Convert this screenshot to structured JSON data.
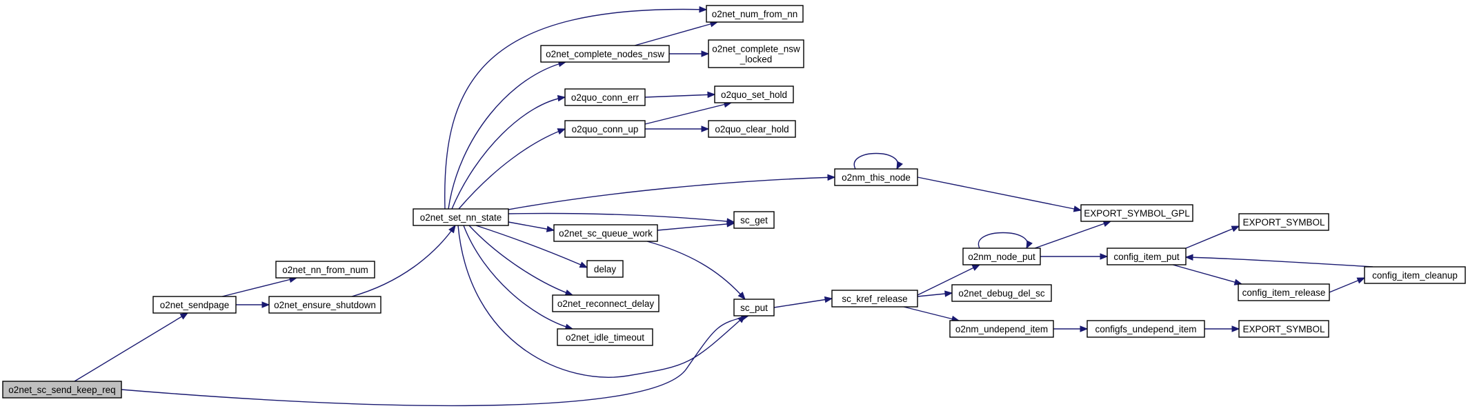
{
  "graph": {
    "nodes": [
      {
        "id": "root",
        "lines": [
          "o2net_sc_send_keep_req"
        ],
        "root": true
      },
      {
        "id": "sendpage",
        "lines": [
          "o2net_sendpage"
        ]
      },
      {
        "id": "nn_from_num",
        "lines": [
          "o2net_nn_from_num"
        ]
      },
      {
        "id": "ensure_shutdown",
        "lines": [
          "o2net_ensure_shutdown"
        ]
      },
      {
        "id": "set_nn_state",
        "lines": [
          "o2net_set_nn_state"
        ]
      },
      {
        "id": "num_from_nn",
        "lines": [
          "o2net_num_from_nn"
        ]
      },
      {
        "id": "complete_nodes_nsw",
        "lines": [
          "o2net_complete_nodes_nsw"
        ]
      },
      {
        "id": "complete_nsw_locked",
        "lines": [
          "o2net_complete_nsw",
          "_locked"
        ]
      },
      {
        "id": "conn_err",
        "lines": [
          "o2quo_conn_err"
        ]
      },
      {
        "id": "set_hold",
        "lines": [
          "o2quo_set_hold"
        ]
      },
      {
        "id": "conn_up",
        "lines": [
          "o2quo_conn_up"
        ]
      },
      {
        "id": "clear_hold",
        "lines": [
          "o2quo_clear_hold"
        ]
      },
      {
        "id": "this_node",
        "lines": [
          "o2nm_this_node"
        ]
      },
      {
        "id": "export_gpl",
        "lines": [
          "EXPORT_SYMBOL_GPL"
        ]
      },
      {
        "id": "sc_get",
        "lines": [
          "sc_get"
        ]
      },
      {
        "id": "queue_work",
        "lines": [
          "o2net_sc_queue_work"
        ]
      },
      {
        "id": "delay",
        "lines": [
          "delay"
        ]
      },
      {
        "id": "reconnect_delay",
        "lines": [
          "o2net_reconnect_delay"
        ]
      },
      {
        "id": "idle_timeout",
        "lines": [
          "o2net_idle_timeout"
        ]
      },
      {
        "id": "sc_put",
        "lines": [
          "sc_put"
        ]
      },
      {
        "id": "kref_release",
        "lines": [
          "sc_kref_release"
        ]
      },
      {
        "id": "node_put",
        "lines": [
          "o2nm_node_put"
        ]
      },
      {
        "id": "debug_del_sc",
        "lines": [
          "o2net_debug_del_sc"
        ]
      },
      {
        "id": "undepend_item",
        "lines": [
          "o2nm_undepend_item"
        ]
      },
      {
        "id": "config_item_put",
        "lines": [
          "config_item_put"
        ]
      },
      {
        "id": "export1",
        "lines": [
          "EXPORT_SYMBOL"
        ]
      },
      {
        "id": "config_item_release",
        "lines": [
          "config_item_release"
        ]
      },
      {
        "id": "config_item_cleanup",
        "lines": [
          "config_item_cleanup"
        ]
      },
      {
        "id": "configfs_undepend",
        "lines": [
          "configfs_undepend_item"
        ]
      },
      {
        "id": "export2",
        "lines": [
          "EXPORT_SYMBOL"
        ]
      }
    ],
    "edges": [
      [
        "root",
        "sendpage"
      ],
      [
        "root",
        "sc_put"
      ],
      [
        "sendpage",
        "nn_from_num"
      ],
      [
        "sendpage",
        "ensure_shutdown"
      ],
      [
        "ensure_shutdown",
        "set_nn_state"
      ],
      [
        "set_nn_state",
        "num_from_nn"
      ],
      [
        "set_nn_state",
        "complete_nodes_nsw"
      ],
      [
        "set_nn_state",
        "conn_err"
      ],
      [
        "set_nn_state",
        "conn_up"
      ],
      [
        "set_nn_state",
        "this_node"
      ],
      [
        "set_nn_state",
        "sc_get"
      ],
      [
        "set_nn_state",
        "queue_work"
      ],
      [
        "set_nn_state",
        "delay"
      ],
      [
        "set_nn_state",
        "reconnect_delay"
      ],
      [
        "set_nn_state",
        "idle_timeout"
      ],
      [
        "set_nn_state",
        "sc_put"
      ],
      [
        "complete_nodes_nsw",
        "num_from_nn"
      ],
      [
        "complete_nodes_nsw",
        "complete_nsw_locked"
      ],
      [
        "conn_err",
        "set_hold"
      ],
      [
        "conn_up",
        "set_hold"
      ],
      [
        "conn_up",
        "clear_hold"
      ],
      [
        "this_node",
        "this_node"
      ],
      [
        "this_node",
        "export_gpl"
      ],
      [
        "queue_work",
        "sc_get"
      ],
      [
        "queue_work",
        "sc_put"
      ],
      [
        "sc_put",
        "kref_release"
      ],
      [
        "kref_release",
        "node_put"
      ],
      [
        "kref_release",
        "debug_del_sc"
      ],
      [
        "kref_release",
        "undepend_item"
      ],
      [
        "node_put",
        "node_put"
      ],
      [
        "node_put",
        "export_gpl"
      ],
      [
        "node_put",
        "config_item_put"
      ],
      [
        "config_item_put",
        "export1"
      ],
      [
        "config_item_put",
        "config_item_release"
      ],
      [
        "config_item_release",
        "config_item_cleanup"
      ],
      [
        "config_item_cleanup",
        "config_item_put"
      ],
      [
        "undepend_item",
        "configfs_undepend"
      ],
      [
        "configfs_undepend",
        "export2"
      ]
    ],
    "colors": {
      "edge": "#191970",
      "node_fill": "#ffffff",
      "root_fill": "#bfbfbf",
      "border": "#000000"
    }
  }
}
